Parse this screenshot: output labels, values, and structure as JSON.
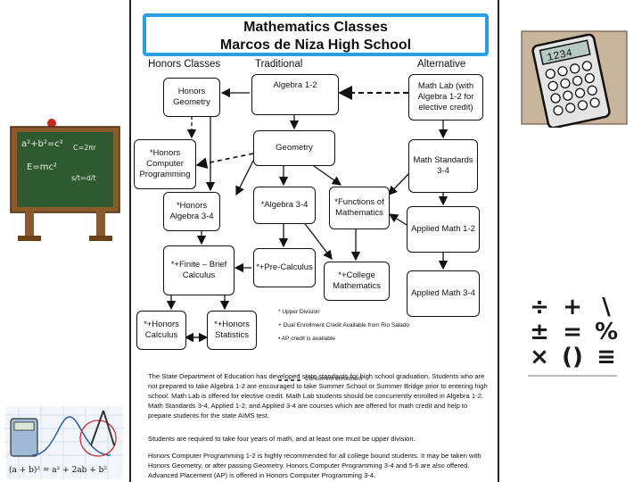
{
  "header": {
    "title": "Mathematics Classes",
    "school": "Marcos de Niza High School"
  },
  "columns": {
    "honors": "Honors Classes",
    "traditional": "Traditional",
    "alternative": "Alternative"
  },
  "boxes": {
    "honors_geometry": "Honors Geometry",
    "honors_cp": "*Honors Computer Programming",
    "honors_alg34": "*Honors Algebra 3-4",
    "finite": "*+Finite – Brief Calculus",
    "honors_calc": "*+Honors Calculus",
    "honors_stats": "*+Honors Statistics",
    "algebra12": "Algebra 1-2",
    "geometry": "Geometry",
    "algebra34": "*Algebra 3-4",
    "precalc": "*+Pre-Calculus",
    "functions": "*Functions of Mathematics",
    "college_math": "*+College Mathematics",
    "math_lab": "Math Lab (with Algebra 1-2 for elective credit)",
    "math_standards": "Math Standards 3-4",
    "applied12": "Applied Math 1-2",
    "applied34": "Applied Math 3-4"
  },
  "legend": {
    "upper": "* Upper Division",
    "dual": "+ Dual Enrollment Credit Available from Rio Salado",
    "ap": "• AP credit is available",
    "concurrent": "Concurrent enrollment"
  },
  "paragraphs": {
    "p1": "The State Department of Education has developed state standards for high school graduation. Students who are not prepared to take Algebra 1-2 are encouraged to take Summer School or Summer Bridge prior to entering high school. Math Lab is offered for elective credit. Math Lab students should be concurrently enrolled in Algebra 1-2. Math Standards 3-4, Applied 1-2, and Applied 3-4 are courses which are offered for math credit and help to prepare students for the state AIMS test.",
    "p2": "Students are required to take four years of math, and at least one must be upper division.",
    "p3": "Honors Computer Programming 1-2 is highly recommended for all college bound students. It may be taken with Honors Geometry, or after passing Geometry. Honors Computer Programming 3-4 and 5-6 are also offered. Advanced Placement (AP) is offered in Honors Computer Programming 3-4."
  },
  "clipart": {
    "calculator_display": "1234",
    "chalkboard_lines": [
      "a²+b²=c²",
      "E=mc²",
      "C=2πr",
      "s/t=d/t"
    ],
    "equation": "(a + b)² = a² + 2ab + b²",
    "symbols": [
      "÷",
      "+",
      "\\",
      "±",
      "=",
      "%",
      "×",
      "()",
      "≡"
    ]
  }
}
